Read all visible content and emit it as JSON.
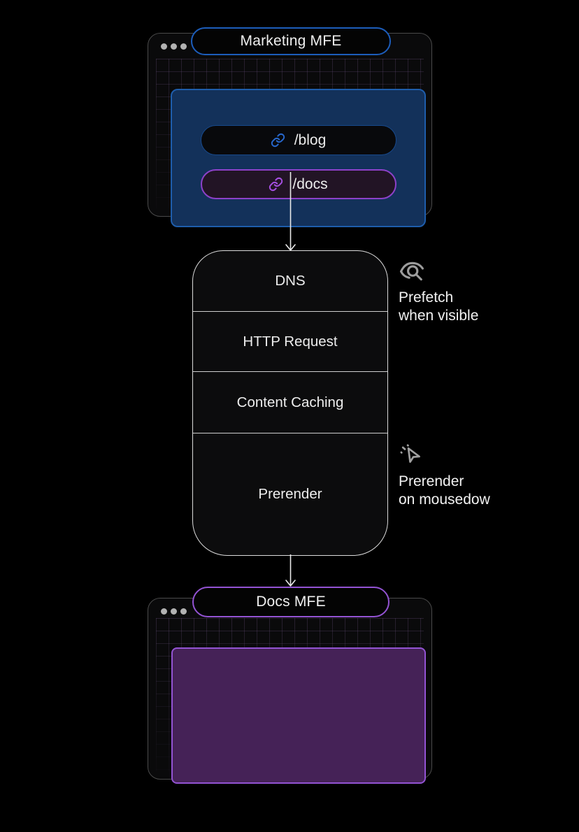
{
  "marketing_window": {
    "tab": "Marketing MFE",
    "links": [
      {
        "label": "/blog"
      },
      {
        "label": "/docs"
      }
    ]
  },
  "pipeline": {
    "stages": [
      {
        "label": "DNS"
      },
      {
        "label": "HTTP Request"
      },
      {
        "label": "Content Caching"
      },
      {
        "label": "Prerender"
      }
    ]
  },
  "annotations": {
    "prefetch": {
      "icon": "eye-search-icon",
      "line1": "Prefetch",
      "line2": "when visible"
    },
    "prerender": {
      "icon": "cursor-click-icon",
      "line1": "Prerender",
      "line2": "on mousedow"
    }
  },
  "docs_window": {
    "tab": "Docs MFE"
  },
  "colors": {
    "blue_accent": "#1c5dbb",
    "blue_panel_fill": "#13315a",
    "blue_link_icon": "#2767cb",
    "purple_accent": "#9353d3",
    "purple_panel_fill": "#452257",
    "purple_link_icon": "#a44fe0",
    "box_border": "#dcdcdc",
    "annotation_icon_gray": "#9c9c9c"
  }
}
